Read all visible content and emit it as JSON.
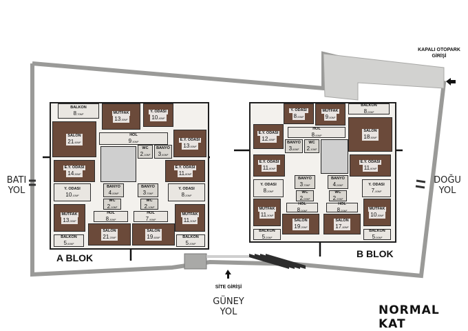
{
  "title": "NORMAL KAT",
  "roads": {
    "west": "BATI YOL",
    "west_line1": "BATI",
    "west_line2": "YOL",
    "east_line1": "DOĞU",
    "east_line2": "YOL",
    "south_line1": "GÜNEY",
    "south_line2": "YOL"
  },
  "entrances": {
    "site": "SİTE GİRİŞİ",
    "parking_line1": "KAPALI OTOPARK",
    "parking_line2": "GİRİŞİ"
  },
  "blocks": {
    "a": {
      "label": "A BLOK",
      "rooms": [
        {
          "name": "BALKON",
          "area": "8",
          "dec": ",70M²"
        },
        {
          "name": "MUTFAK",
          "area": "13",
          "dec": ",30M²"
        },
        {
          "name": "Y. ODASI",
          "area": "10",
          "dec": ",40M²"
        },
        {
          "name": "SALON",
          "area": "21",
          "dec": ",60M²"
        },
        {
          "name": "HOL",
          "area": "9",
          "dec": ",30M²"
        },
        {
          "name": "WC",
          "area": "2",
          "dec": ",10M²"
        },
        {
          "name": "BANYO",
          "area": "3",
          "dec": ",40M²"
        },
        {
          "name": "E.Y. ODASI",
          "area": "13",
          "dec": ",00M²"
        },
        {
          "name": "E.Y. ODASI",
          "area": "14",
          "dec": ",50M²"
        },
        {
          "name": "E.Y. ODASI",
          "area": "11",
          "dec": ",80M²"
        },
        {
          "name": "BANYO",
          "area": "4",
          "dec": ",00M²"
        },
        {
          "name": "BANYO",
          "area": "3",
          "dec": ",70M²"
        },
        {
          "name": "Y. ODASI",
          "area": "10",
          "dec": ",10M²"
        },
        {
          "name": "WC",
          "area": "2",
          "dec": ",10M²"
        },
        {
          "name": "WC",
          "area": "2",
          "dec": ",10M²"
        },
        {
          "name": "Y. ODASI",
          "area": "8",
          "dec": ",20M²"
        },
        {
          "name": "HOL",
          "area": "8",
          "dec": ",30M²"
        },
        {
          "name": "HOL",
          "area": "7",
          "dec": ",90M²"
        },
        {
          "name": "MUTFAK",
          "area": "13",
          "dec": ",00M²"
        },
        {
          "name": "MUTFAK",
          "area": "11",
          "dec": ",30M²"
        },
        {
          "name": "SALON",
          "area": "21",
          "dec": ",20M²"
        },
        {
          "name": "SALON",
          "area": "19",
          "dec": ",60M²"
        },
        {
          "name": "BALKON",
          "area": "5",
          "dec": ",60M²"
        },
        {
          "name": "BALKON",
          "area": "5",
          "dec": ",20M²"
        }
      ]
    },
    "b": {
      "label": "B BLOK",
      "rooms": [
        {
          "name": "Y. ODASI",
          "area": "8",
          "dec": ",00M²"
        },
        {
          "name": "MUTFAK",
          "area": "9",
          "dec": ",00M²"
        },
        {
          "name": "BALKON",
          "area": "8",
          "dec": ",00M²"
        },
        {
          "name": "E.Y. ODASI",
          "area": "12",
          "dec": ",40M²"
        },
        {
          "name": "HOL",
          "area": "8",
          "dec": ",00M²"
        },
        {
          "name": "SALON",
          "area": "18",
          "dec": ",50M²"
        },
        {
          "name": "BANYO",
          "area": "3",
          "dec": ",60M²"
        },
        {
          "name": "WC",
          "area": "2",
          "dec": ",10M²"
        },
        {
          "name": "E.Y. ODASI",
          "area": "11",
          "dec": ",80M²"
        },
        {
          "name": "E.Y. ODASI",
          "area": "11",
          "dec": ",60M²"
        },
        {
          "name": "BANYO",
          "area": "3",
          "dec": ",70M²"
        },
        {
          "name": "BANYO",
          "area": "4",
          "dec": ",00M²"
        },
        {
          "name": "Y. ODASI",
          "area": "8",
          "dec": ",20M²"
        },
        {
          "name": "Y. ODASI",
          "area": "7",
          "dec": ",00M²"
        },
        {
          "name": "WC",
          "area": "2",
          "dec": ",00M²"
        },
        {
          "name": "WC",
          "area": "2",
          "dec": ",20M²"
        },
        {
          "name": "HOL",
          "area": "8",
          "dec": ",00M²"
        },
        {
          "name": "HOL",
          "area": "8",
          "dec": ",20M²"
        },
        {
          "name": "MUTFAK",
          "area": "11",
          "dec": ",30M²"
        },
        {
          "name": "MUTFAK",
          "area": "10",
          "dec": ",30M²"
        },
        {
          "name": "SALON",
          "area": "19",
          "dec": ",20M²"
        },
        {
          "name": "SALON",
          "area": "17",
          "dec": ",60M²"
        },
        {
          "name": "BALKON",
          "area": "5",
          "dec": ",20M²"
        },
        {
          "name": "BALKON",
          "area": "5",
          "dec": ",00M²"
        }
      ]
    }
  },
  "colors": {
    "wall": "#8c8c8a",
    "wall_dark": "#2b2b2b",
    "wood": "#6b4a3a",
    "floor_light": "#e9e6e1",
    "parking": "#cfcfcf"
  }
}
